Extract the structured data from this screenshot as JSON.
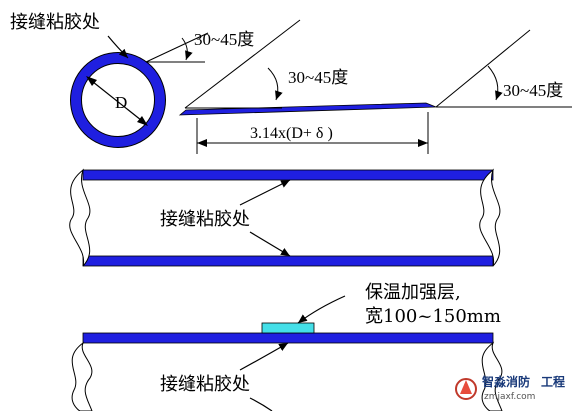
{
  "diagram": {
    "labels": {
      "seam_glue_top": "接缝粘胶处",
      "angle_1": "30~45度",
      "angle_2": "30~45度",
      "angle_3": "30~45度",
      "diameter": "D",
      "length_formula": "3.14x(D+ δ )",
      "seam_glue_mid": "接缝粘胶处",
      "reinforce_line1": "保温加强层,",
      "reinforce_line2": "宽100~150mm",
      "seam_glue_bottom": "接缝粘胶处"
    },
    "watermark": {
      "name": "智淼消防",
      "suffix": "工程",
      "url": "zmjaxf.com"
    },
    "colors": {
      "insulation": "#1f1fe0",
      "reinforce": "#44dfe8",
      "line": "#000000"
    }
  }
}
